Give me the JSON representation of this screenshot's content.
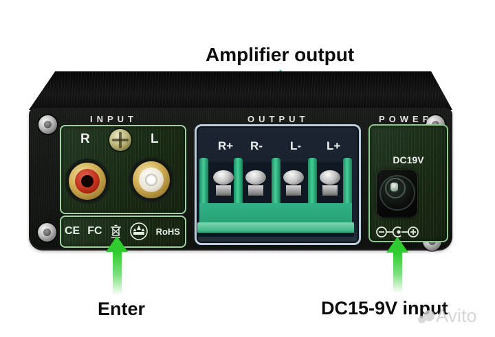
{
  "annotations": {
    "amplifier_output": "Amplifier output",
    "enter": "Enter",
    "dc_input": "DC15-9V input"
  },
  "device": {
    "section_labels": {
      "input": "INPUT",
      "output": "OUTPUT",
      "power": "POWER"
    },
    "input_panel": {
      "right_jack_label": "R",
      "left_jack_label": "L"
    },
    "cert_panel": {
      "ce": "CE",
      "fcc": "FC",
      "rohs": "RoHS"
    },
    "output_panel": {
      "terminals": [
        "R+",
        "R-",
        "L-",
        "L+"
      ]
    },
    "power_panel": {
      "voltage": "DC19V"
    }
  },
  "watermark": {
    "brand": "Avito"
  },
  "colors": {
    "arrow_blue": "#38a8e6",
    "arrow_green": "#2ecc2e",
    "terminal_green": "#2fb285",
    "rca_red": "#bb2d1a",
    "panel_border_green": "#9fd49f",
    "panel_border_blue": "#bccde0"
  }
}
